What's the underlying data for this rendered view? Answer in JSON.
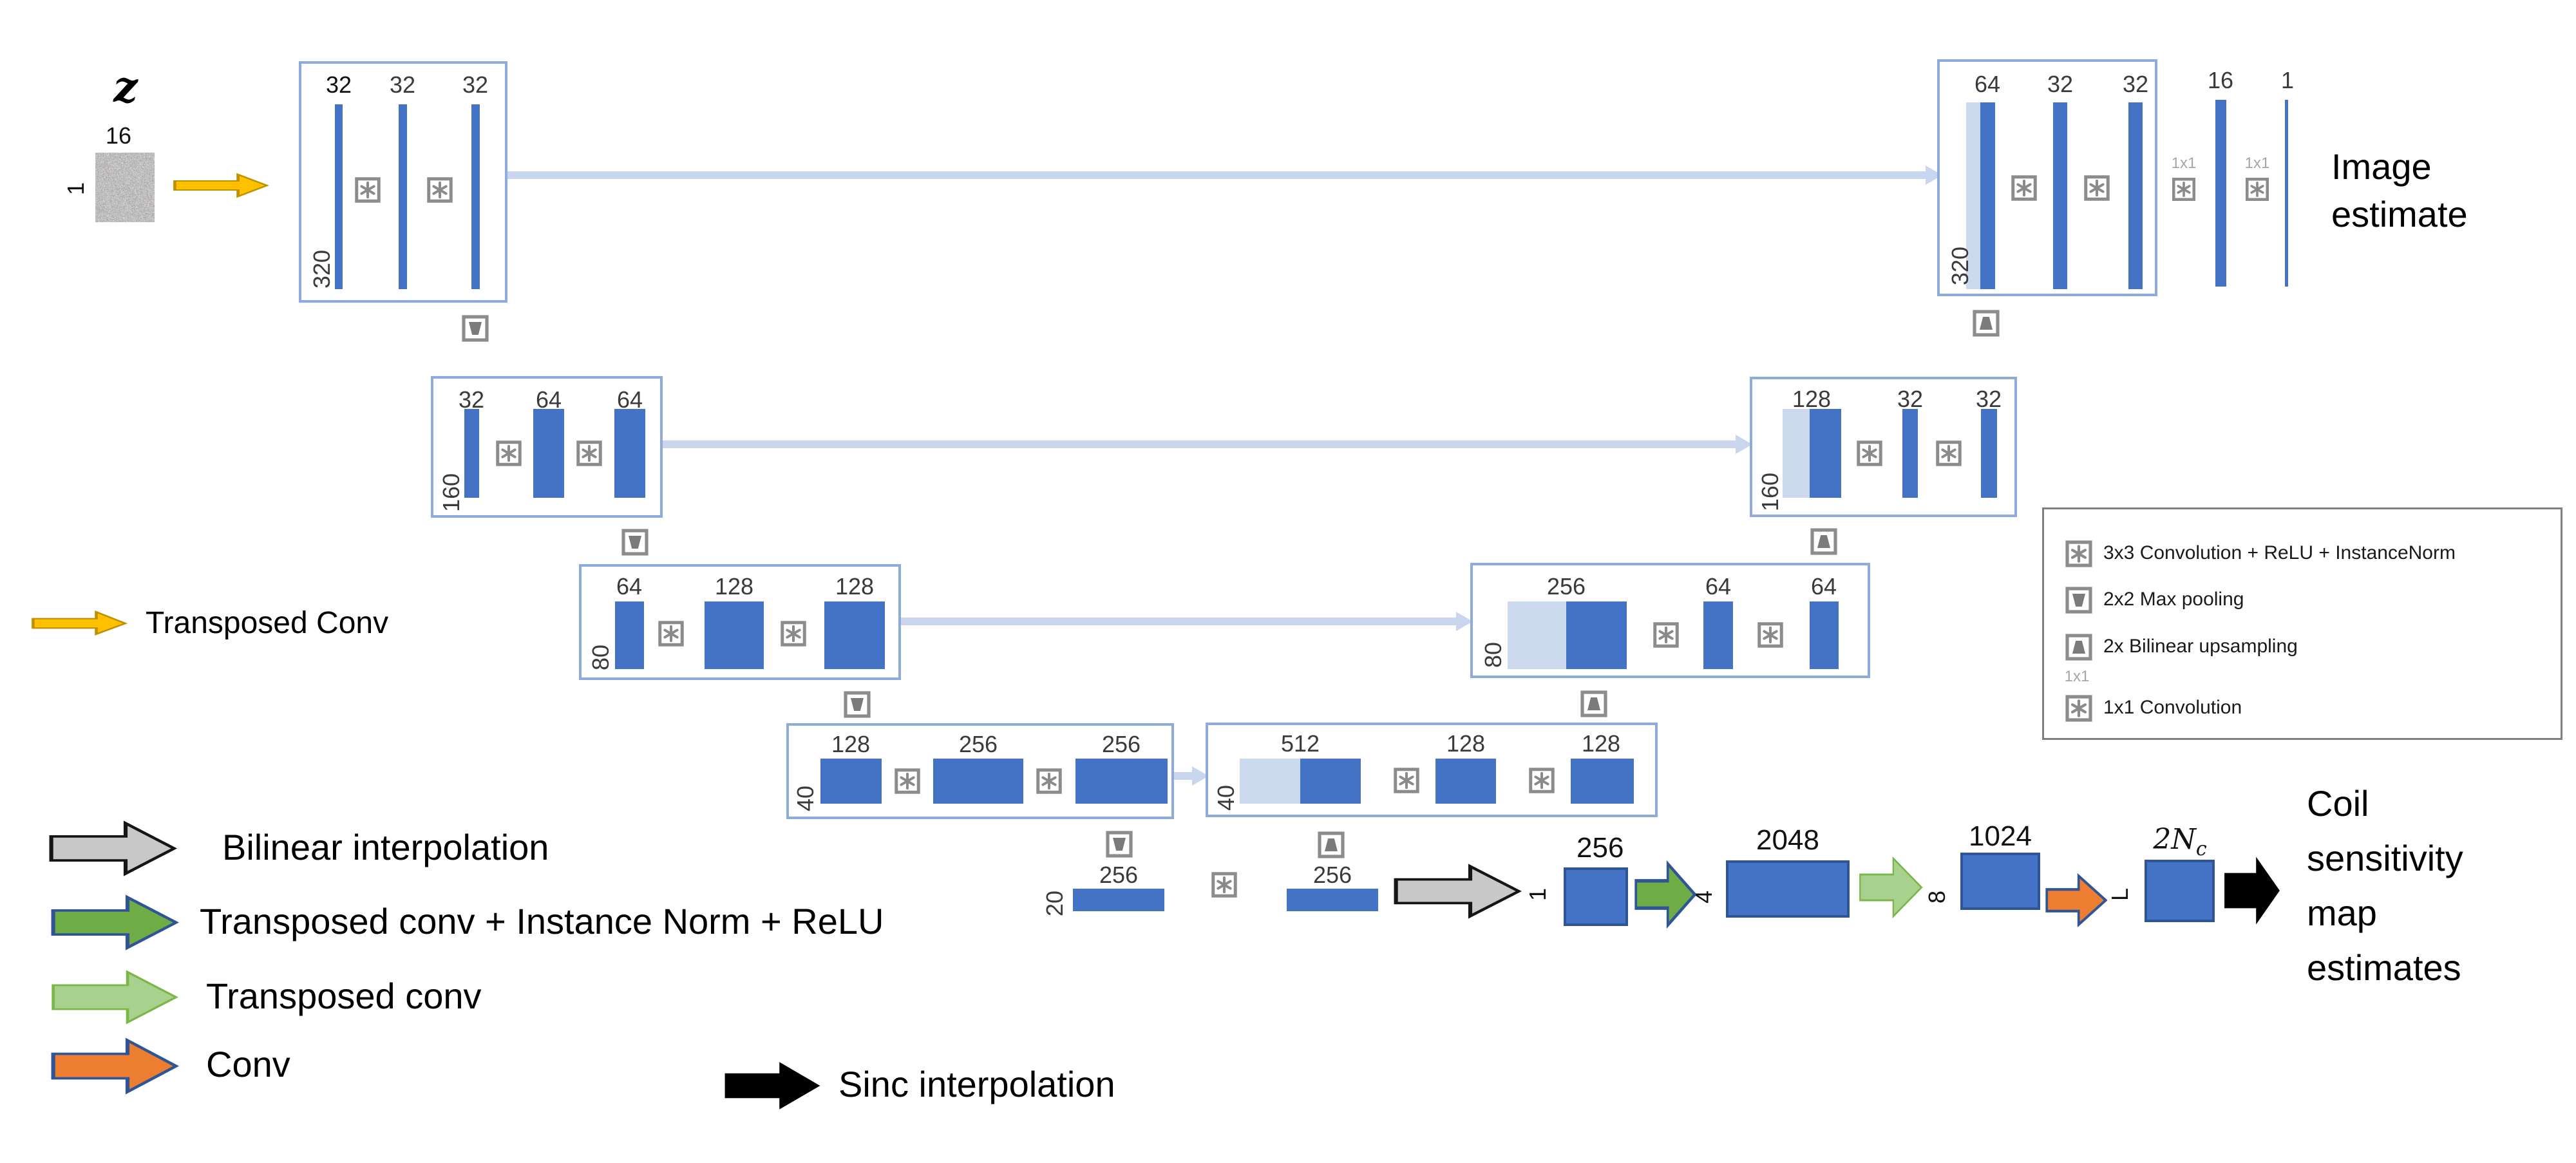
{
  "input": {
    "var": "z",
    "dim_w": "16",
    "dim_h": "1"
  },
  "yellow_legend": "Transposed Conv",
  "encoder": [
    {
      "ch": [
        "32",
        "32",
        "32"
      ],
      "size": "320"
    },
    {
      "ch": [
        "32",
        "64",
        "64"
      ],
      "size": "160"
    },
    {
      "ch": [
        "64",
        "128",
        "128"
      ],
      "size": "80"
    },
    {
      "ch": [
        "128",
        "256",
        "256"
      ],
      "size": "40"
    }
  ],
  "decoder": [
    {
      "ch": [
        "64",
        "32",
        "32"
      ],
      "size": "320"
    },
    {
      "ch": [
        "128",
        "32",
        "32"
      ],
      "size": "160"
    },
    {
      "ch": [
        "256",
        "64",
        "64"
      ],
      "size": "80"
    },
    {
      "ch": [
        "512",
        "128",
        "128"
      ],
      "size": "40"
    }
  ],
  "bottleneck": {
    "size": "20",
    "ch": [
      "256",
      "256"
    ]
  },
  "head": {
    "conv_labels": [
      "1x1",
      "1x1"
    ],
    "ch": [
      "16",
      "1"
    ]
  },
  "image_output": {
    "line1": "Image",
    "line2": "estimate"
  },
  "coil_path": {
    "stages": [
      {
        "side": "1",
        "ch": "256"
      },
      {
        "side": "4",
        "ch": "2048"
      },
      {
        "side": "8",
        "ch": "1024"
      },
      {
        "side": "L",
        "ch_main": "2N",
        "ch_sub": "c"
      }
    ]
  },
  "coil_output": {
    "lines": [
      "Coil",
      "sensitivity",
      "map",
      "estimates"
    ]
  },
  "legend_box": {
    "one_by_one": "1x1",
    "items": [
      "3x3 Convolution + ReLU + InstanceNorm",
      "2x2 Max pooling",
      "2x Bilinear  upsampling",
      "1x1 Convolution"
    ]
  },
  "arrow_legend": [
    {
      "label": "Bilinear interpolation"
    },
    {
      "label": "Transposed conv + Instance Norm + ReLU"
    },
    {
      "label": "Transposed conv"
    },
    {
      "label": "Conv"
    },
    {
      "label": "Sinc interpolation"
    }
  ],
  "colors": {
    "bar_blue": "#4472C4",
    "bar_light": "#CDD9EF",
    "box_border": "#8FAADC",
    "skip_blue": "#C9D6EE",
    "yellow": "#FFC000",
    "gray_arrow": "#C8C8C8",
    "green": "#6FAC46",
    "light_green": "#A9D18E",
    "orange": "#ED7D31",
    "black": "#000000"
  }
}
